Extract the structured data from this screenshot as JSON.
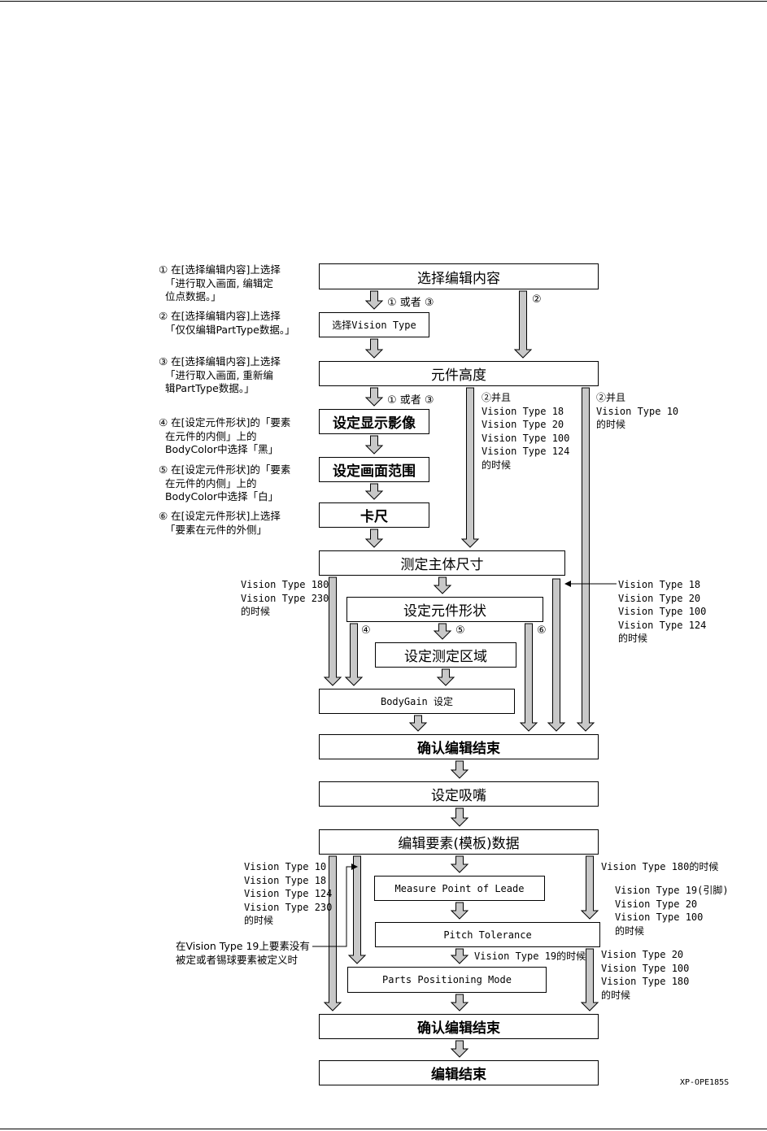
{
  "notes": {
    "n1": "① 在[选择编辑内容]上选择\n  「进行取入画面, 编辑定\n  位点数据。」",
    "n2": "② 在[选择编辑内容]上选择\n  「仅仅编辑PartType数据。」",
    "n3": "③ 在[选择编辑内容]上选择\n  「进行取入画面, 重新编\n  辑PartType数据。」",
    "n4": "④ 在[设定元件形状]的「要素\n  在元件的内侧」上的\n  BodyColor中选择「黑」",
    "n5": "⑤ 在[设定元件形状]的「要素\n  在元件的内侧」上的\n  BodyColor中选择「白」",
    "n6": "⑥ 在[设定元件形状]上选择\n  「要素在元件的外侧」"
  },
  "boxes": {
    "select_edit": "选择编辑内容",
    "select_vision": "选择Vision Type",
    "part_height": "元件高度",
    "set_display": "设定显示影像",
    "set_range": "设定画面范围",
    "caliper": "卡尺",
    "measure_body": "测定主体尺寸",
    "set_shape": "设定元件形状",
    "set_area": "设定测定区域",
    "bodygain": "BodyGain 设定",
    "confirm1": "确认编辑结束",
    "set_nozzle": "设定吸嘴",
    "edit_elements": "编辑要素(模板)数据",
    "measure_point": "Measure Point of Leade",
    "pitch_tol": "Pitch Tolerance",
    "parts_pos": "Parts Positioning Mode",
    "confirm2": "确认编辑结束",
    "edit_end": "编辑结束"
  },
  "labels": {
    "or13_a": "① 或者 ③",
    "c2": "②",
    "or13_b": "① 或者 ③",
    "and2_a": "②并且\nVision Type 18\nVision Type 20\nVision Type 100\nVision Type 124\n的时候",
    "and2_b": "②并且\nVision Type 10\n的时候",
    "vt180_230": "Vision Type 180\nVision Type 230\n的时候",
    "vt18_124": "Vision Type 18\nVision Type 20\nVision Type 100\nVision Type 124\n的时候",
    "c4": "④",
    "c5": "⑤",
    "c6": "⑥",
    "vt10_230": "Vision Type 10\nVision Type 18\nVision Type 124\nVision Type 230\n的时候",
    "vt19_note": "在Vision Type 19上要素没有\n被定或者锡球要素被定义时",
    "vt180_only": "Vision Type 180的时候",
    "vt19_lead": "Vision Type 19(引脚)\nVision Type 20\nVision Type 100\n的时候",
    "vt19_only": "Vision Type 19的时候",
    "vt20_180": "Vision Type 20\nVision Type 100\nVision Type 180\n的时候"
  },
  "figure_id": "XP-OPE185S"
}
